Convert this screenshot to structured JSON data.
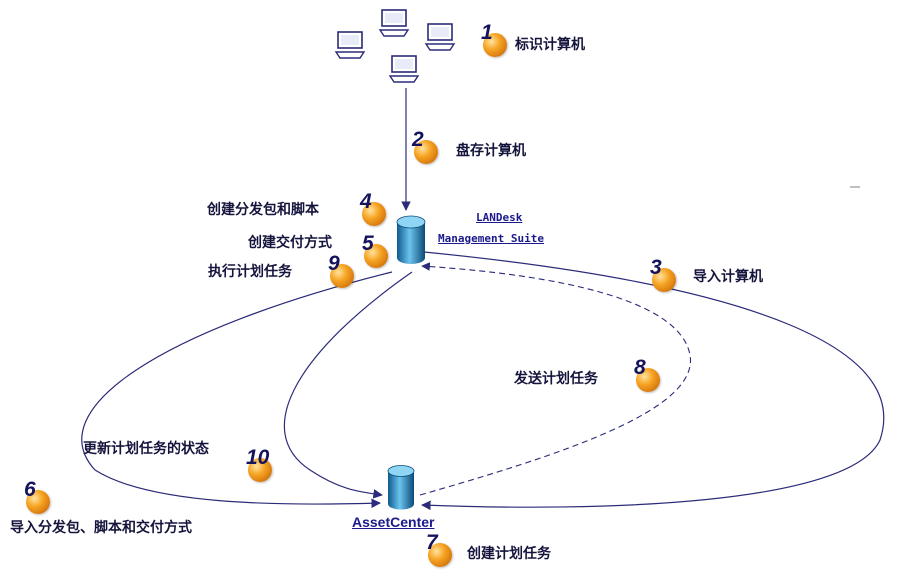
{
  "nodes": {
    "landesk_line1": "LANDesk",
    "landesk_line2": "Management Suite",
    "assetcenter": "AssetCenter"
  },
  "steps": [
    {
      "number": "1",
      "label": "标识计算机"
    },
    {
      "number": "2",
      "label": "盘存计算机"
    },
    {
      "number": "3",
      "label": "导入计算机"
    },
    {
      "number": "4",
      "label": "创建分发包和脚本"
    },
    {
      "number": "5",
      "label": "创建交付方式"
    },
    {
      "number": "6",
      "label": "导入分发包、脚本和交付方式"
    },
    {
      "number": "7",
      "label": "创建计划任务"
    },
    {
      "number": "8",
      "label": "发送计划任务"
    },
    {
      "number": "9",
      "label": "执行计划任务"
    },
    {
      "number": "10",
      "label": "更新计划任务的状态"
    }
  ],
  "colors": {
    "arrow": "#2b2b7a",
    "label_text": "#14143c",
    "badge": "#f6a423",
    "cylinder": "#2a8fc7",
    "link_text": "#1a1a8c"
  }
}
